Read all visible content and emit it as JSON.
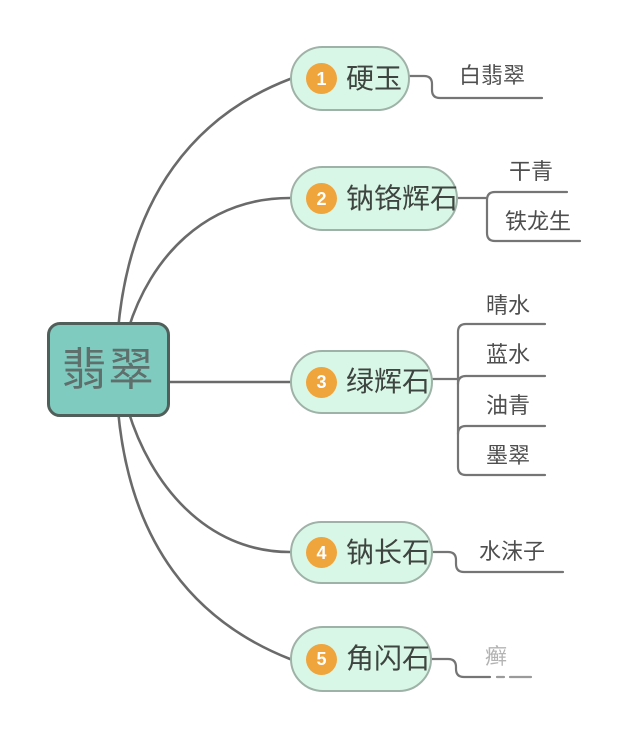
{
  "diagram": {
    "root": {
      "label": "翡翠"
    },
    "branches": [
      {
        "number": "1",
        "label": "硬玉",
        "children": [
          {
            "label": "白翡翠"
          }
        ]
      },
      {
        "number": "2",
        "label": "钠铬辉石",
        "children": [
          {
            "label": "干青"
          },
          {
            "label": "铁龙生"
          }
        ]
      },
      {
        "number": "3",
        "label": "绿辉石",
        "children": [
          {
            "label": "晴水"
          },
          {
            "label": "蓝水"
          },
          {
            "label": "油青"
          },
          {
            "label": "墨翠"
          }
        ]
      },
      {
        "number": "4",
        "label": "钠长石",
        "children": [
          {
            "label": "水沫子"
          }
        ]
      },
      {
        "number": "5",
        "label": "角闪石",
        "children": [
          {
            "label": "癣"
          }
        ]
      }
    ]
  },
  "colors": {
    "root_fill": "#7fcbc0",
    "root_border": "#515f5b",
    "root_text": "#5f6f6b",
    "topic_fill": "#d9f7e7",
    "topic_border": "#9fb2a7",
    "topic_text": "#3e443f",
    "badge_fill": "#f0a43c",
    "badge_text": "#ffffff",
    "edge_line": "#6a6a6a",
    "leaf_text": "#4e4e4e",
    "faded_leaf_text": "#b3b3b3",
    "background": "#ffffff"
  }
}
